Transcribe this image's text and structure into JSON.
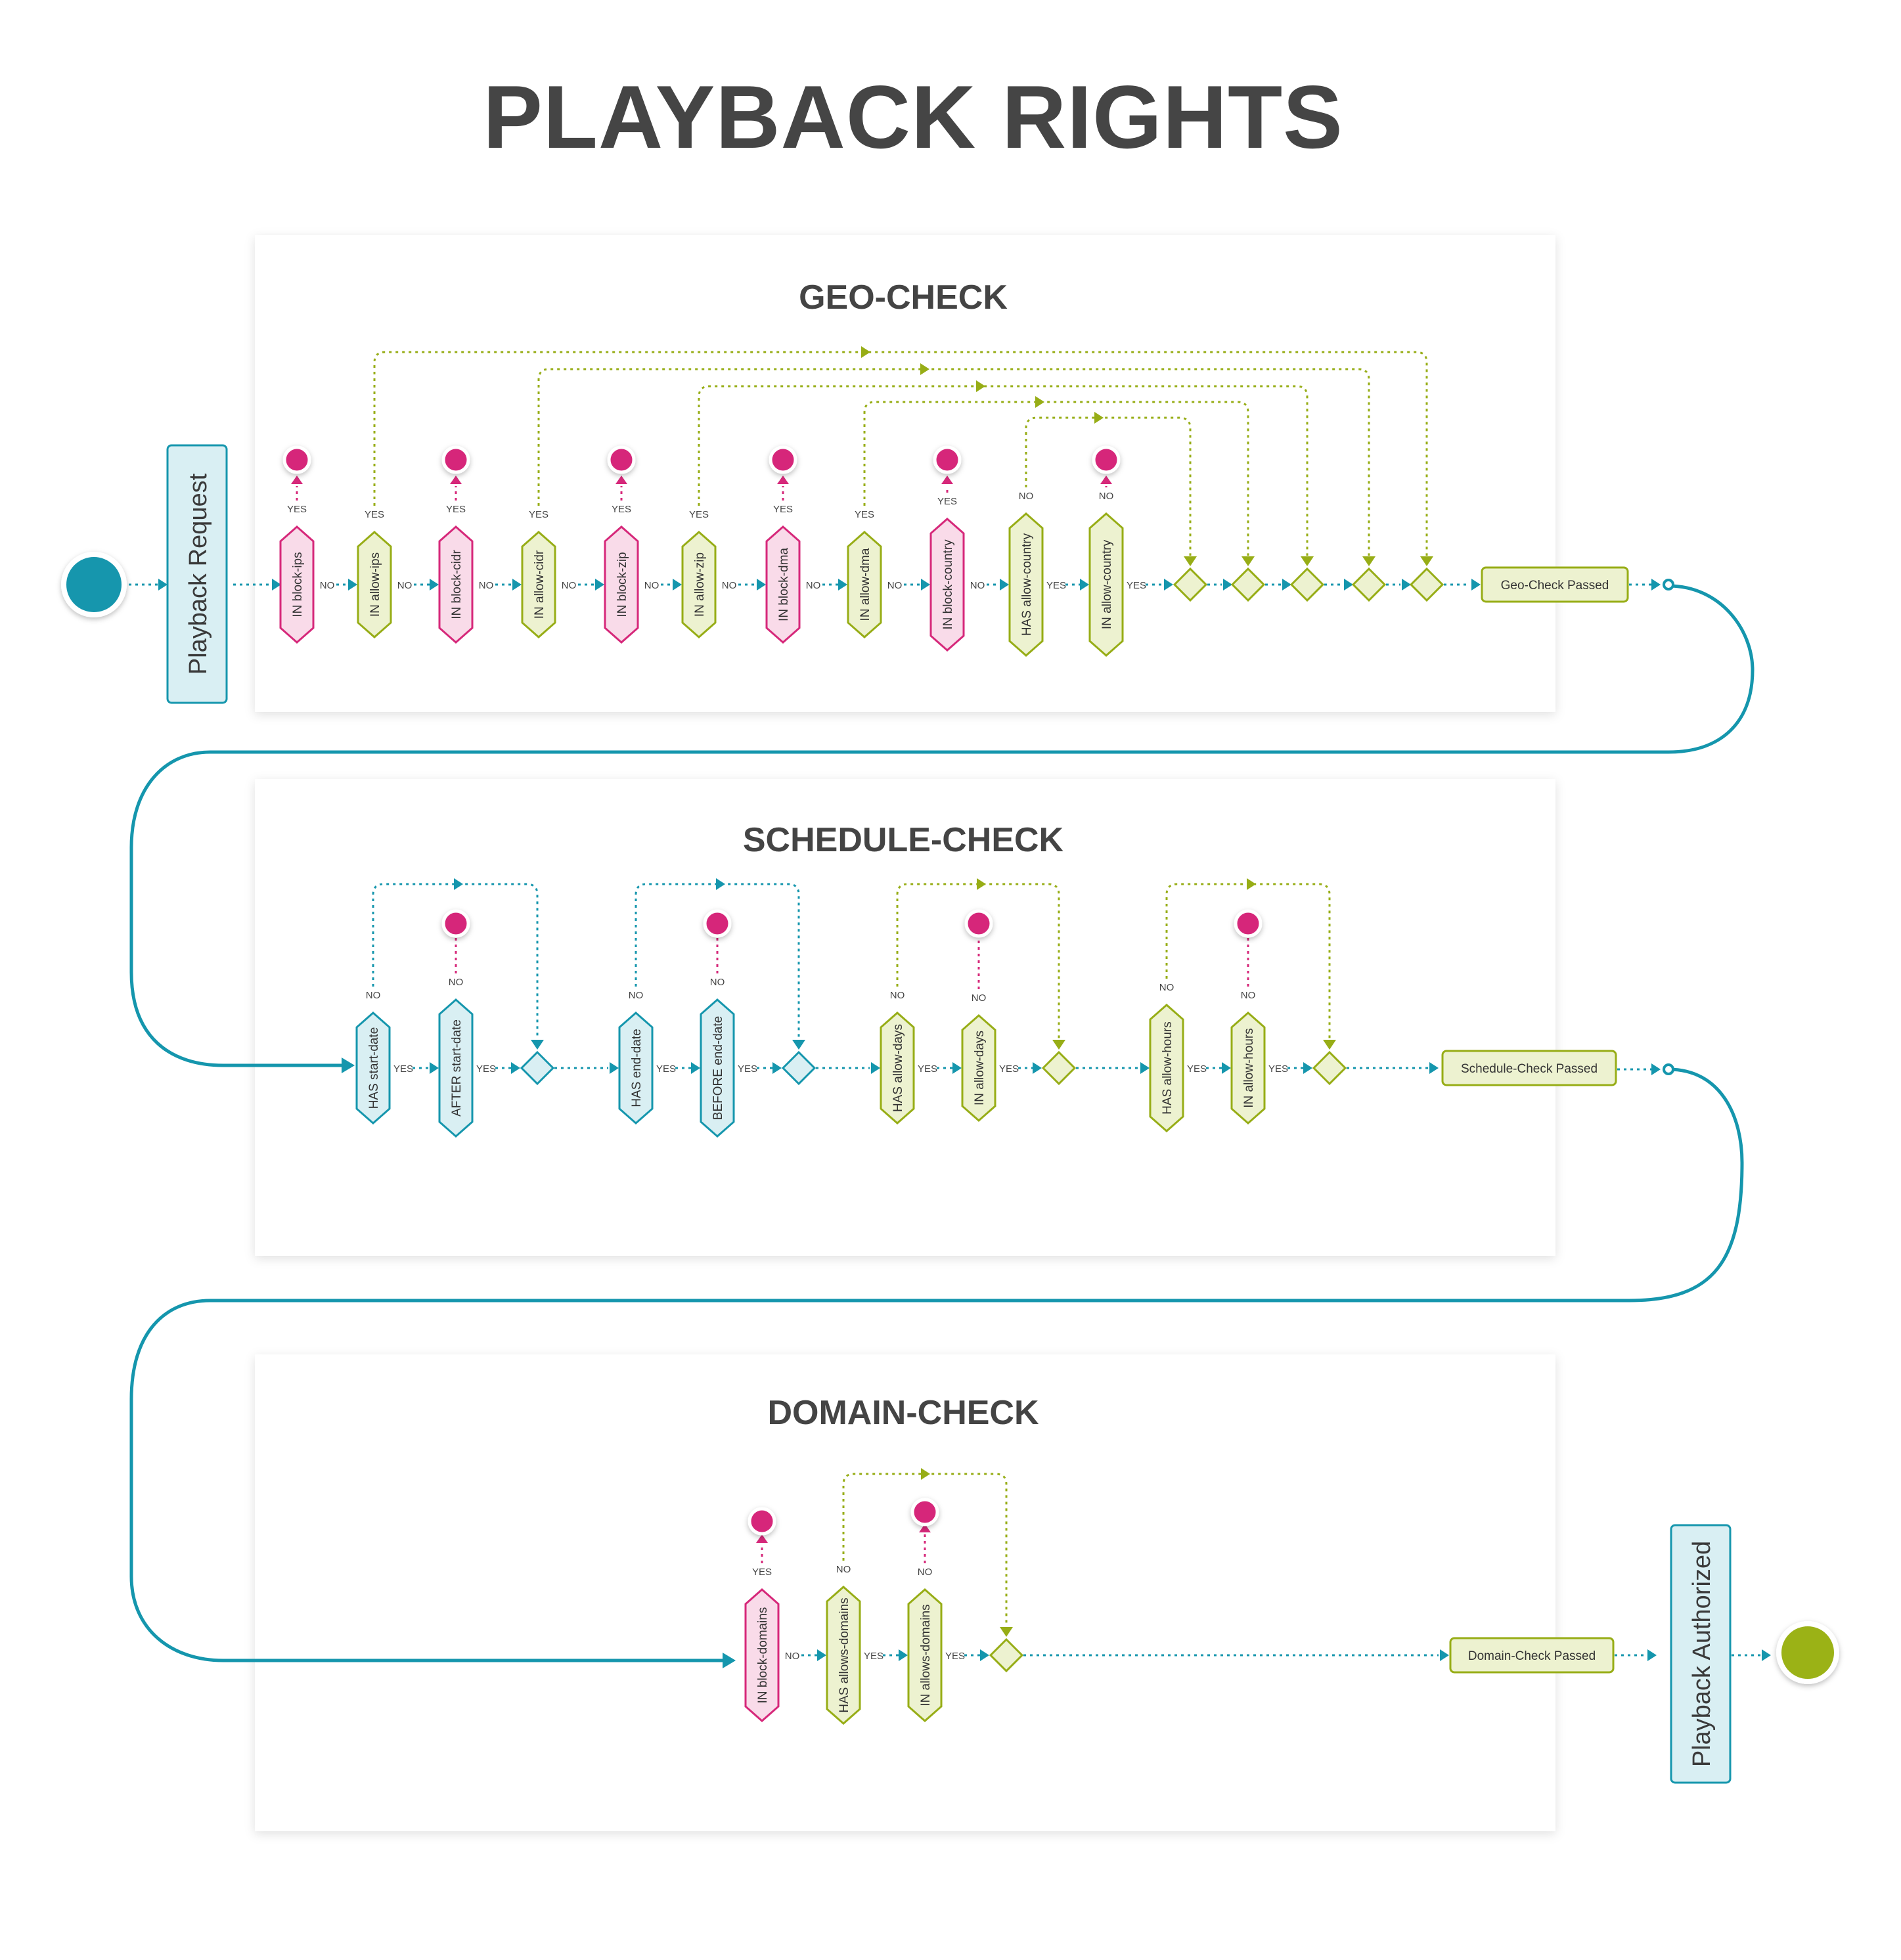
{
  "title": "PLAYBACK RIGHTS",
  "colors": {
    "teal": "#1596ad",
    "pink": "#d6287a",
    "pink_fill": "#f9dbe9",
    "green": "#97ad16",
    "green_fill": "#edf2d0",
    "teal_fill": "#d9eff3",
    "end_green": "#9bb218"
  },
  "start_box": "Playback Request",
  "end_box": "Playback Authorized",
  "panels": [
    {
      "title": "GEO-CHECK",
      "passed": "Geo-Check Passed",
      "nodes": [
        {
          "label": "IN block-ips",
          "kind": "pink",
          "branch": "YES",
          "out": "NO"
        },
        {
          "label": "IN allow-ips",
          "kind": "green",
          "branch": "YES",
          "out": "NO"
        },
        {
          "label": "IN block-cidr",
          "kind": "pink",
          "branch": "YES",
          "out": "NO"
        },
        {
          "label": "IN allow-cidr",
          "kind": "green",
          "branch": "YES",
          "out": "NO"
        },
        {
          "label": "IN block-zip",
          "kind": "pink",
          "branch": "YES",
          "out": "NO"
        },
        {
          "label": "IN allow-zip",
          "kind": "green",
          "branch": "YES",
          "out": "NO"
        },
        {
          "label": "IN block-dma",
          "kind": "pink",
          "branch": "YES",
          "out": "NO"
        },
        {
          "label": "IN allow-dma",
          "kind": "green",
          "branch": "YES",
          "out": "NO"
        },
        {
          "label": "IN block-country",
          "kind": "pink",
          "branch": "YES",
          "out": "NO"
        },
        {
          "label": "HAS allow-country",
          "kind": "green",
          "branch": "NO",
          "out": "YES"
        },
        {
          "label": "IN allow-country",
          "kind": "green",
          "branch": "NO",
          "out": "YES"
        }
      ]
    },
    {
      "title": "SCHEDULE-CHECK",
      "passed": "Schedule-Check Passed",
      "nodes": [
        {
          "label": "HAS start-date",
          "kind": "teal",
          "branch": "NO",
          "out": "YES"
        },
        {
          "label": "AFTER start-date",
          "kind": "teal",
          "branch": "NO",
          "out": "YES"
        },
        {
          "label": "HAS end-date",
          "kind": "teal",
          "branch": "NO",
          "out": "YES"
        },
        {
          "label": "BEFORE end-date",
          "kind": "teal",
          "branch": "NO",
          "out": "YES"
        },
        {
          "label": "HAS allow-days",
          "kind": "green",
          "branch": "NO",
          "out": "YES"
        },
        {
          "label": "IN allow-days",
          "kind": "green",
          "branch": "NO",
          "out": "YES"
        },
        {
          "label": "HAS allow-hours",
          "kind": "green",
          "branch": "NO",
          "out": "YES"
        },
        {
          "label": "IN allow-hours",
          "kind": "green",
          "branch": "NO",
          "out": "YES"
        }
      ]
    },
    {
      "title": "DOMAIN-CHECK",
      "passed": "Domain-Check Passed",
      "nodes": [
        {
          "label": "IN block-domains",
          "kind": "pink",
          "branch": "YES",
          "out": "NO"
        },
        {
          "label": "HAS allows-domains",
          "kind": "green",
          "branch": "NO",
          "out": "YES"
        },
        {
          "label": "IN allows-domains",
          "kind": "green",
          "branch": "NO",
          "out": "YES"
        }
      ]
    }
  ]
}
